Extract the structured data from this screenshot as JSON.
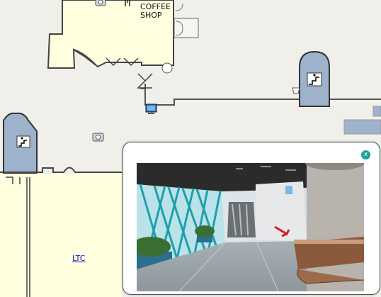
{
  "map": {
    "labels": {
      "coffee_shop": "COFFEE SHOP",
      "ltc": "LTC"
    }
  },
  "popup": {
    "close_label": "x"
  },
  "colors": {
    "background": "#f1efea",
    "room_fill": "#ffffe0",
    "stair_fill": "#9eb3cb",
    "close_button": "#1aa39a",
    "link": "#1a1ad0"
  },
  "icons": [
    "camera-icon",
    "restroom-icon",
    "stairs-icon",
    "computer-icon",
    "water-fountain-icon"
  ]
}
